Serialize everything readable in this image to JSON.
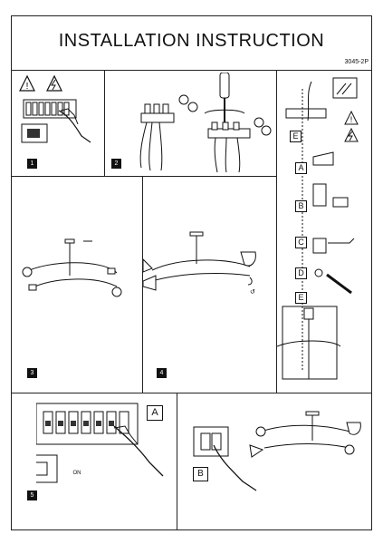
{
  "header": {
    "title": "INSTALLATION INSTRUCTION",
    "model_code": "3045-2P"
  },
  "steps": [
    "1",
    "2",
    "3",
    "4",
    "5"
  ],
  "assembly_labels": [
    "E",
    "A",
    "B",
    "C",
    "D",
    "E"
  ],
  "final_labels": [
    "A",
    "B"
  ],
  "switch_label": "ON",
  "icons": [
    "warning-icon",
    "electric-shock-warning-icon",
    "tools-icon"
  ]
}
